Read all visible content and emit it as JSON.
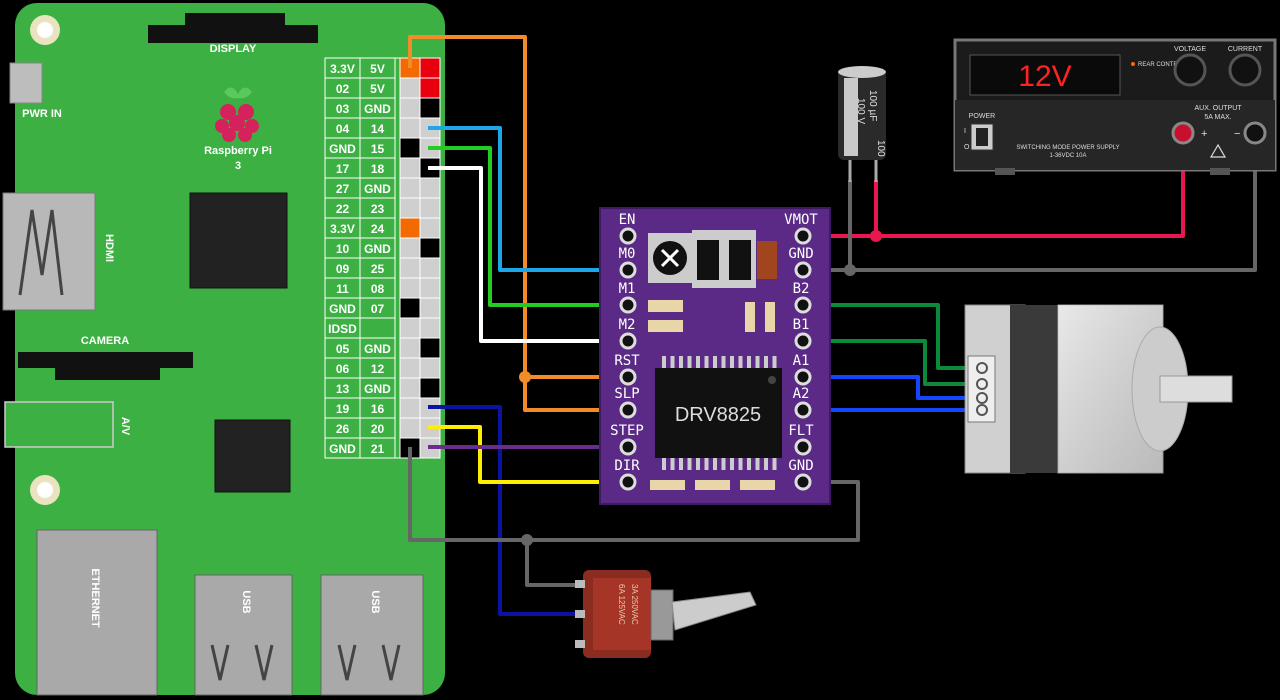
{
  "pi": {
    "display": "DISPLAY",
    "pwr_in": "PWR IN",
    "brand": "Raspberry Pi",
    "model": "3",
    "hdmi": "HDMI",
    "camera": "CAMERA",
    "av": "A/V",
    "ethernet": "ETHERNET",
    "usb1": "USB",
    "usb2": "USB"
  },
  "gpio_left": [
    "3.3V",
    "02",
    "03",
    "04",
    "GND",
    "17",
    "27",
    "22",
    "3.3V",
    "10",
    "09",
    "11",
    "GND",
    "IDSD",
    "05",
    "06",
    "13",
    "19",
    "26",
    "GND"
  ],
  "gpio_right": [
    "5V",
    "5V",
    "GND",
    "14",
    "15",
    "18",
    "GND",
    "23",
    "24",
    "GND",
    "25",
    "08",
    "07",
    "",
    "GND",
    "12",
    "GND",
    "16",
    "20",
    "21"
  ],
  "driver": {
    "chip": "DRV8825",
    "left_pins": [
      "EN",
      "M0",
      "M1",
      "M2",
      "RST",
      "SLP",
      "STEP",
      "DIR"
    ],
    "right_pins": [
      "VMOT",
      "GND",
      "B2",
      "B1",
      "A1",
      "A2",
      "FLT",
      "GND"
    ]
  },
  "capacitor": {
    "label1": "100 µF",
    "label2": "100 V",
    "label3": "100"
  },
  "psu": {
    "display": "12V",
    "voltage": "VOLTAGE",
    "current": "CURRENT",
    "remote": "REAR CONTROL",
    "power": "POWER",
    "model": "SWITCHING MODE POWER SUPPLY",
    "spec": "1-36VDC  10A",
    "aux": "AUX. OUTPUT",
    "aux_max": "5A MAX.",
    "plus": "+",
    "minus": "−",
    "on": "I",
    "off": "O"
  },
  "switch": {
    "rating1": "3A 250VAC",
    "rating2": "6A 125VAC"
  },
  "colors": {
    "board": "#3cb043",
    "driver": "#5b2a86",
    "wire_orange": "#f28c28",
    "wire_lightblue": "#1ea7e8",
    "wire_green": "#22cc22",
    "wire_white": "#ffffff",
    "wire_darkblue": "#0a14a0",
    "wire_yellow": "#ffee00",
    "wire_purple": "#6a2c8e",
    "wire_gray": "#666666",
    "wire_red": "#e8174f",
    "wire_darkgreen": "#0a8a3a",
    "wire_blue": "#1446ff"
  }
}
